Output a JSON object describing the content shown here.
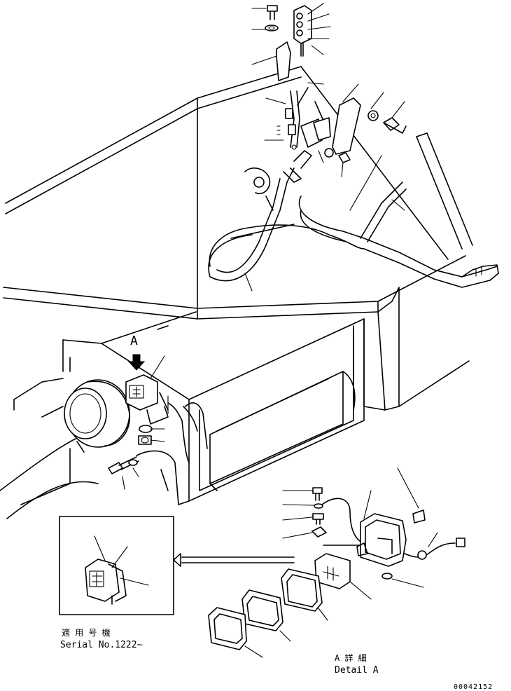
{
  "view_label": "A",
  "detail_label_jp": "A 詳 細",
  "detail_label_en": "Detail A",
  "serial_label_jp": "適 用 号 機",
  "serial_label_en": "Serial No.1222~",
  "drawing_number": "00042152"
}
